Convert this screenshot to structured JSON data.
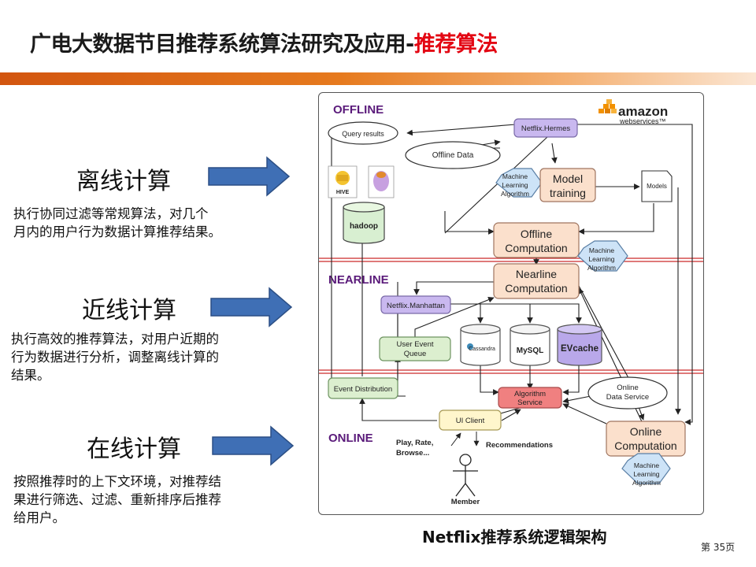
{
  "header": {
    "title_main": "广电大数据节目推荐系统算法研究及应用-",
    "title_accent": "推荐算法"
  },
  "sections": [
    {
      "title": "离线计算",
      "desc_lines": [
        "执行协同过滤等常规算法，对几个",
        "月内的用户行为数据计算推荐结果。"
      ]
    },
    {
      "title": "近线计算",
      "desc_lines": [
        "执行高效的推荐算法，对用户近期的",
        "行为数据进行分析，调整离线计算的",
        "结果。"
      ]
    },
    {
      "title": "在线计算",
      "desc_lines": [
        "按照推荐时的上下文环境，对推荐结",
        "果进行筛选、过滤、重新排序后推荐",
        "给用户。"
      ]
    }
  ],
  "diagram": {
    "layers": {
      "offline": "OFFLINE",
      "nearline": "NEARLINE",
      "online": "ONLINE"
    },
    "aws": {
      "amazon": "amazon",
      "webservices": "webservices™"
    },
    "nodes": {
      "query_results": "Query results",
      "offline_data": "Offline Data",
      "hermes": "Netflix.Hermes",
      "ml_algo_1": [
        "Machine",
        "Learning",
        "Algorithm"
      ],
      "model_training": [
        "Model",
        "training"
      ],
      "models": "Models",
      "hive": "HIVE",
      "hadoop": "hadoop",
      "offline_computation": [
        "Offline",
        "Computation"
      ],
      "ml_algo_2": [
        "Machine",
        "Learning",
        "Algorithm"
      ],
      "nearline_computation": [
        "Nearline",
        "Computation"
      ],
      "manhattan": "Netflix.Manhattan",
      "user_event_queue": [
        "User Event",
        "Queue"
      ],
      "cassandra": "Cassandra",
      "mysql": "MySQL",
      "evcache": "EVcache",
      "event_distribution": "Event Distribution",
      "algorithm_service": [
        "Algorithm",
        "Service"
      ],
      "online_data_service": [
        "Online",
        "Data Service"
      ],
      "ui_client": "UI Client",
      "play_rate": [
        "Play, Rate,",
        "Browse..."
      ],
      "recommendations": "Recommendations",
      "member": "Member",
      "online_computation": [
        "Online",
        "Computation"
      ],
      "ml_algo_3": [
        "Machine",
        "Learning",
        "Algorithm"
      ]
    }
  },
  "caption": "Netflix推荐系统逻辑架构",
  "page_number": "第 35页",
  "colors": {
    "title_accent": "#e30613",
    "arrow_fill": "#3f6fb5",
    "layer_divider": "#cc2b2b",
    "purple_node": "#c9b8ef",
    "green_node": "#dcefcf",
    "peach_node": "#fbe0cc",
    "blue_node": "#cde3f7",
    "red_node": "#f08080"
  }
}
